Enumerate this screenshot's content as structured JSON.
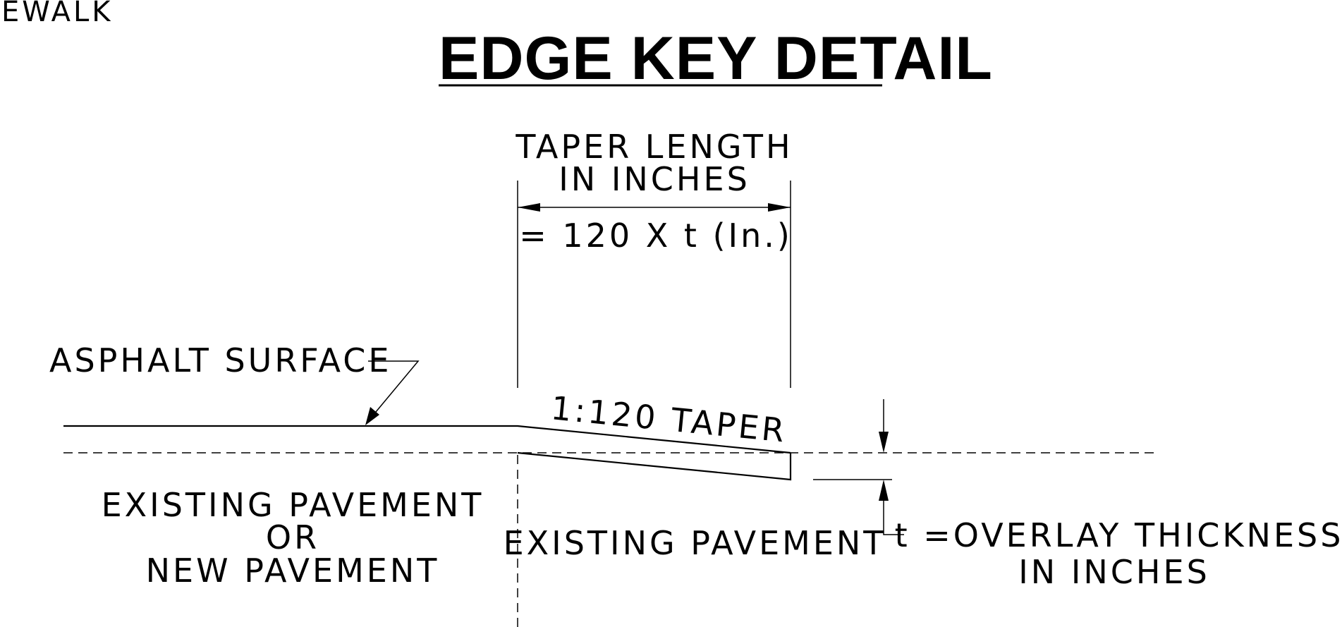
{
  "corner_text": "EWALK",
  "title": "EDGE KEY DETAIL",
  "taper_length": {
    "line1": "TAPER LENGTH",
    "line2": "IN INCHES",
    "formula": "= 120 X t (In.)"
  },
  "asphalt_surface_label": "ASPHALT SURFACE",
  "taper_ratio_label": "1:120 TAPER",
  "left_pavement": {
    "line1": "EXISTING PAVEMENT",
    "line2": "OR",
    "line3": "NEW PAVEMENT"
  },
  "center_pavement_label": "EXISTING PAVEMENT",
  "overlay": {
    "line1": "t =OVERLAY THICKNESS",
    "line2": "IN INCHES"
  },
  "colors": {
    "ink": "#000000",
    "background": "#ffffff"
  }
}
